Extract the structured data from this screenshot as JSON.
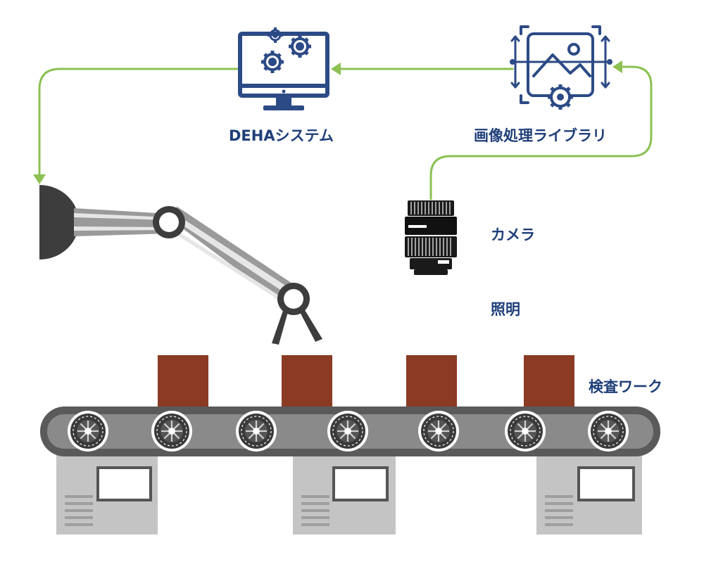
{
  "labels": {
    "system": "DEHAシステム",
    "image_library": "画像処理ライブラリ",
    "camera": "カメラ",
    "lighting": "照明",
    "inspection_work": "検査ワーク"
  },
  "colors": {
    "text": "#1f3f79",
    "icon_blue": "#2c4a86",
    "flow_arrow": "#8cc152",
    "work_piece": "#8b3a24",
    "conveyor_belt": "#5a5a5a",
    "robot_arm": "#444444",
    "machine_body": "#c4c4c4"
  },
  "icons": [
    "monitor-gears-icon",
    "image-processing-icon",
    "camera-lens-icon",
    "robot-arm-icon",
    "conveyor-icon"
  ]
}
